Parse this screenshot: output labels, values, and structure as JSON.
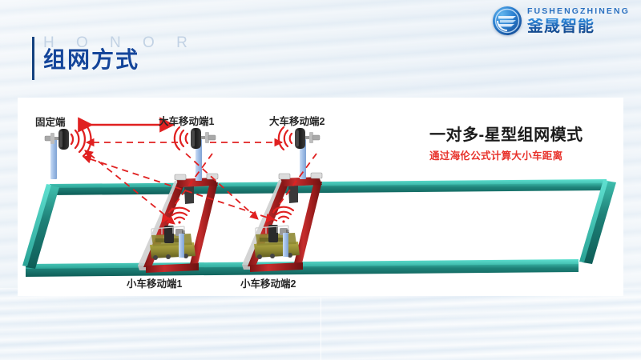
{
  "brand": {
    "logo_icon": "fusheng-circular-logo-icon",
    "english": "FUSHENGZHINENG",
    "chinese": "釜晟智能",
    "color": "#1d5fae"
  },
  "title": {
    "watermark": "H O N O R",
    "heading": "组网方式",
    "accent_color": "#14459a"
  },
  "headline": {
    "main": "一对多-星型组网模式",
    "sub": "通过海伦公式计算大小车距离",
    "main_color": "#1a1a1a",
    "sub_color": "#e8322b"
  },
  "diagram": {
    "labels": {
      "fixed_end": "固定端",
      "bridge_mobile_1": "大车移动端1",
      "bridge_mobile_2": "大车移动端2",
      "trolley_mobile_1": "小车移动端1",
      "trolley_mobile_2": "小车移动端2"
    },
    "colors": {
      "rail": "#1f8279",
      "rail_highlight": "#3fd8c8",
      "gantry": "#a11f1f",
      "trolley": "#9a9434",
      "signal": "#e02020",
      "pole": "#a8c4e8",
      "antenna_body": "#2c2c2c"
    },
    "icons": {
      "antenna": "antenna-device-icon",
      "signal_waves": "radio-wave-icon",
      "wifi": "wifi-signal-icon",
      "distance_arrow": "double-headed-arrow-icon",
      "link_arrow": "dashed-link-arrow-icon"
    }
  }
}
